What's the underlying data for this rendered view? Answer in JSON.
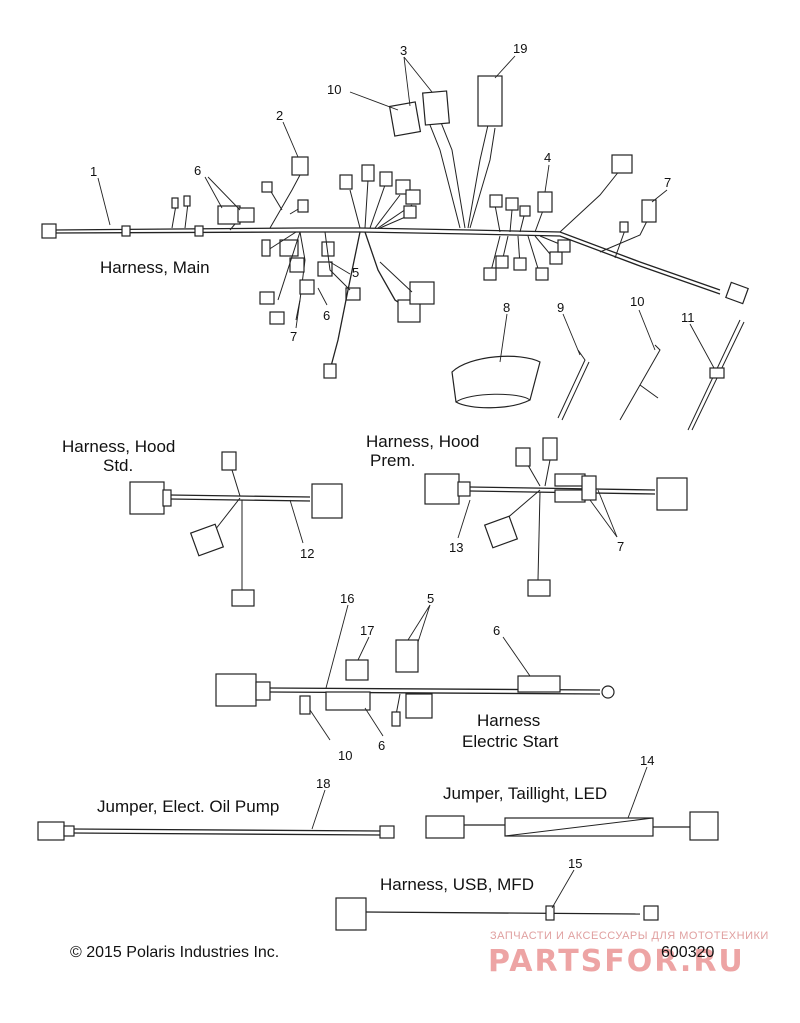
{
  "labels": {
    "harness_main": "Harness, Main",
    "harness_hood_std_1": "Harness, Hood",
    "harness_hood_std_2": "Std.",
    "harness_hood_prem_1": "Harness, Hood",
    "harness_hood_prem_2": "Prem.",
    "harness_elec_1": "Harness",
    "harness_elec_2": "Electric Start",
    "jumper_oil_pump": "Jumper, Elect. Oil Pump",
    "jumper_taillight": "Jumper, Taillight, LED",
    "harness_usb": "Harness, USB, MFD"
  },
  "callouts": {
    "c1": "1",
    "c2": "2",
    "c3": "3",
    "c4": "4",
    "c5a": "5",
    "c5b": "5",
    "c6a": "6",
    "c6b": "6",
    "c6c": "6",
    "c6d": "6",
    "c7a": "7",
    "c7b": "7",
    "c7c": "7",
    "c8": "8",
    "c9": "9",
    "c10a": "10",
    "c10b": "10",
    "c10c": "10",
    "c11": "11",
    "c12": "12",
    "c13": "13",
    "c14": "14",
    "c15": "15",
    "c16": "16",
    "c17": "17",
    "c18": "18",
    "c19": "19"
  },
  "footer": {
    "copyright": "© 2015 Polaris Industries Inc.",
    "part_number": "600320"
  },
  "watermark": {
    "tagline": "ЗАПЧАСТИ И АКСЕССУАРЫ ДЛЯ МОТОТЕХНИКИ",
    "logo": "PARTSFOR.RU"
  }
}
